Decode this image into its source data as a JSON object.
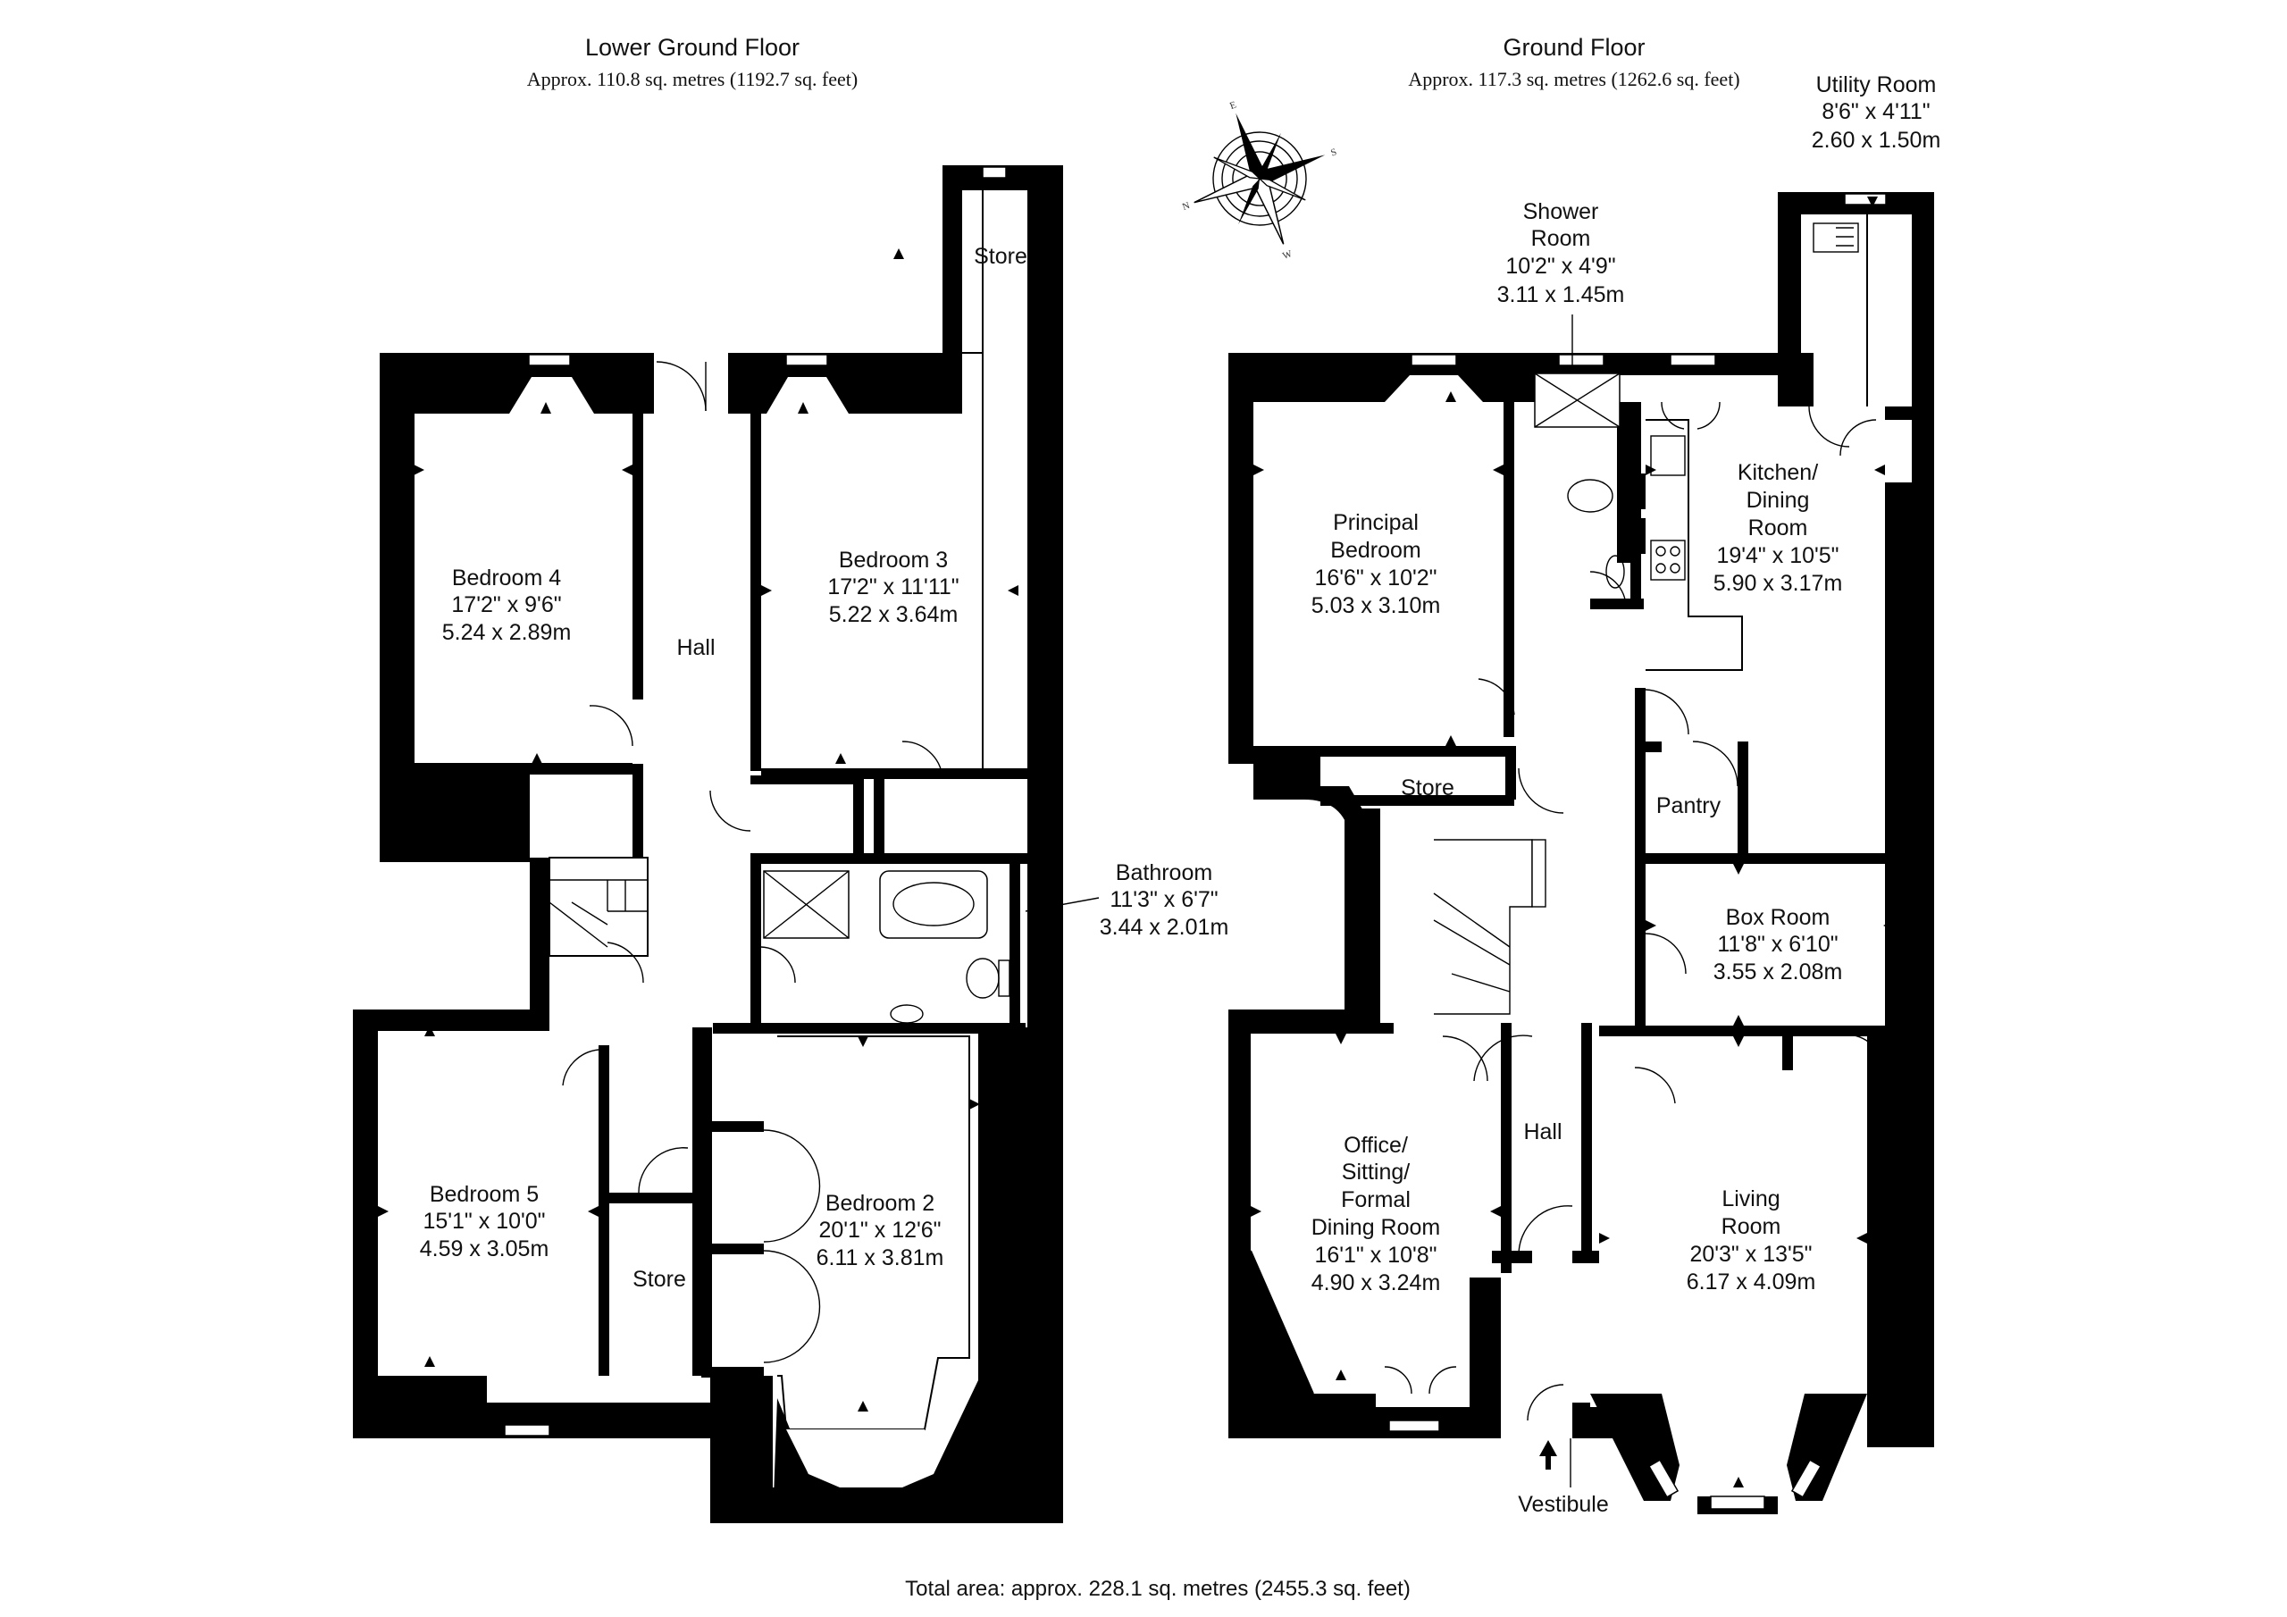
{
  "plan": {
    "floors": [
      {
        "title": "Lower Ground Floor",
        "area": "Approx. 110.8 sq. metres (1192.7 sq. feet)"
      },
      {
        "title": "Ground Floor",
        "area": "Approx. 117.3 sq. metres (1262.6 sq. feet)"
      }
    ],
    "total": "Total area: approx. 228.1 sq. metres (2455.3 sq. feet)",
    "compass": [
      "N",
      "E",
      "S",
      "W"
    ],
    "lower": {
      "store_top": "Store",
      "bed4": [
        "Bedroom 4",
        "17'2\" x 9'6\"",
        "5.24 x 2.89m"
      ],
      "hall": "Hall",
      "bed3": [
        "Bedroom 3",
        "17'2\" x 11'11\"",
        "5.22 x 3.64m"
      ],
      "bathroom": [
        "Bathroom",
        "11'3\" x 6'7\"",
        "3.44 x 2.01m"
      ],
      "bed5": [
        "Bedroom 5",
        "15'1\" x 10'0\"",
        "4.59 x 3.05m"
      ],
      "store_bottom": "Store",
      "bed2": [
        "Bedroom 2",
        "20'1\" x 12'6\"",
        "6.11 x 3.81m"
      ]
    },
    "ground": {
      "utility": [
        "Utility Room",
        "8'6\" x 4'11\"",
        "2.60 x 1.50m"
      ],
      "shower": [
        "Shower",
        "Room",
        "10'2\" x 4'9\"",
        "3.11 x 1.45m"
      ],
      "principal": [
        "Principal",
        "Bedroom",
        "16'6\" x 10'2\"",
        "5.03 x 3.10m"
      ],
      "kitchen": [
        "Kitchen/",
        "Dining",
        "Room",
        "19'4\" x 10'5\"",
        "5.90 x 3.17m"
      ],
      "store": "Store",
      "pantry": "Pantry",
      "boxroom": [
        "Box Room",
        "11'8\" x 6'10\"",
        "3.55 x 2.08m"
      ],
      "office": [
        "Office/",
        "Sitting/",
        "Formal",
        "Dining Room",
        "16'1\" x 10'8\"",
        "4.90 x 3.24m"
      ],
      "hall": "Hall",
      "living": [
        "Living",
        "Room",
        "20'3\" x 13'5\"",
        "6.17 x 4.09m"
      ],
      "vestibule": "Vestibule"
    }
  }
}
